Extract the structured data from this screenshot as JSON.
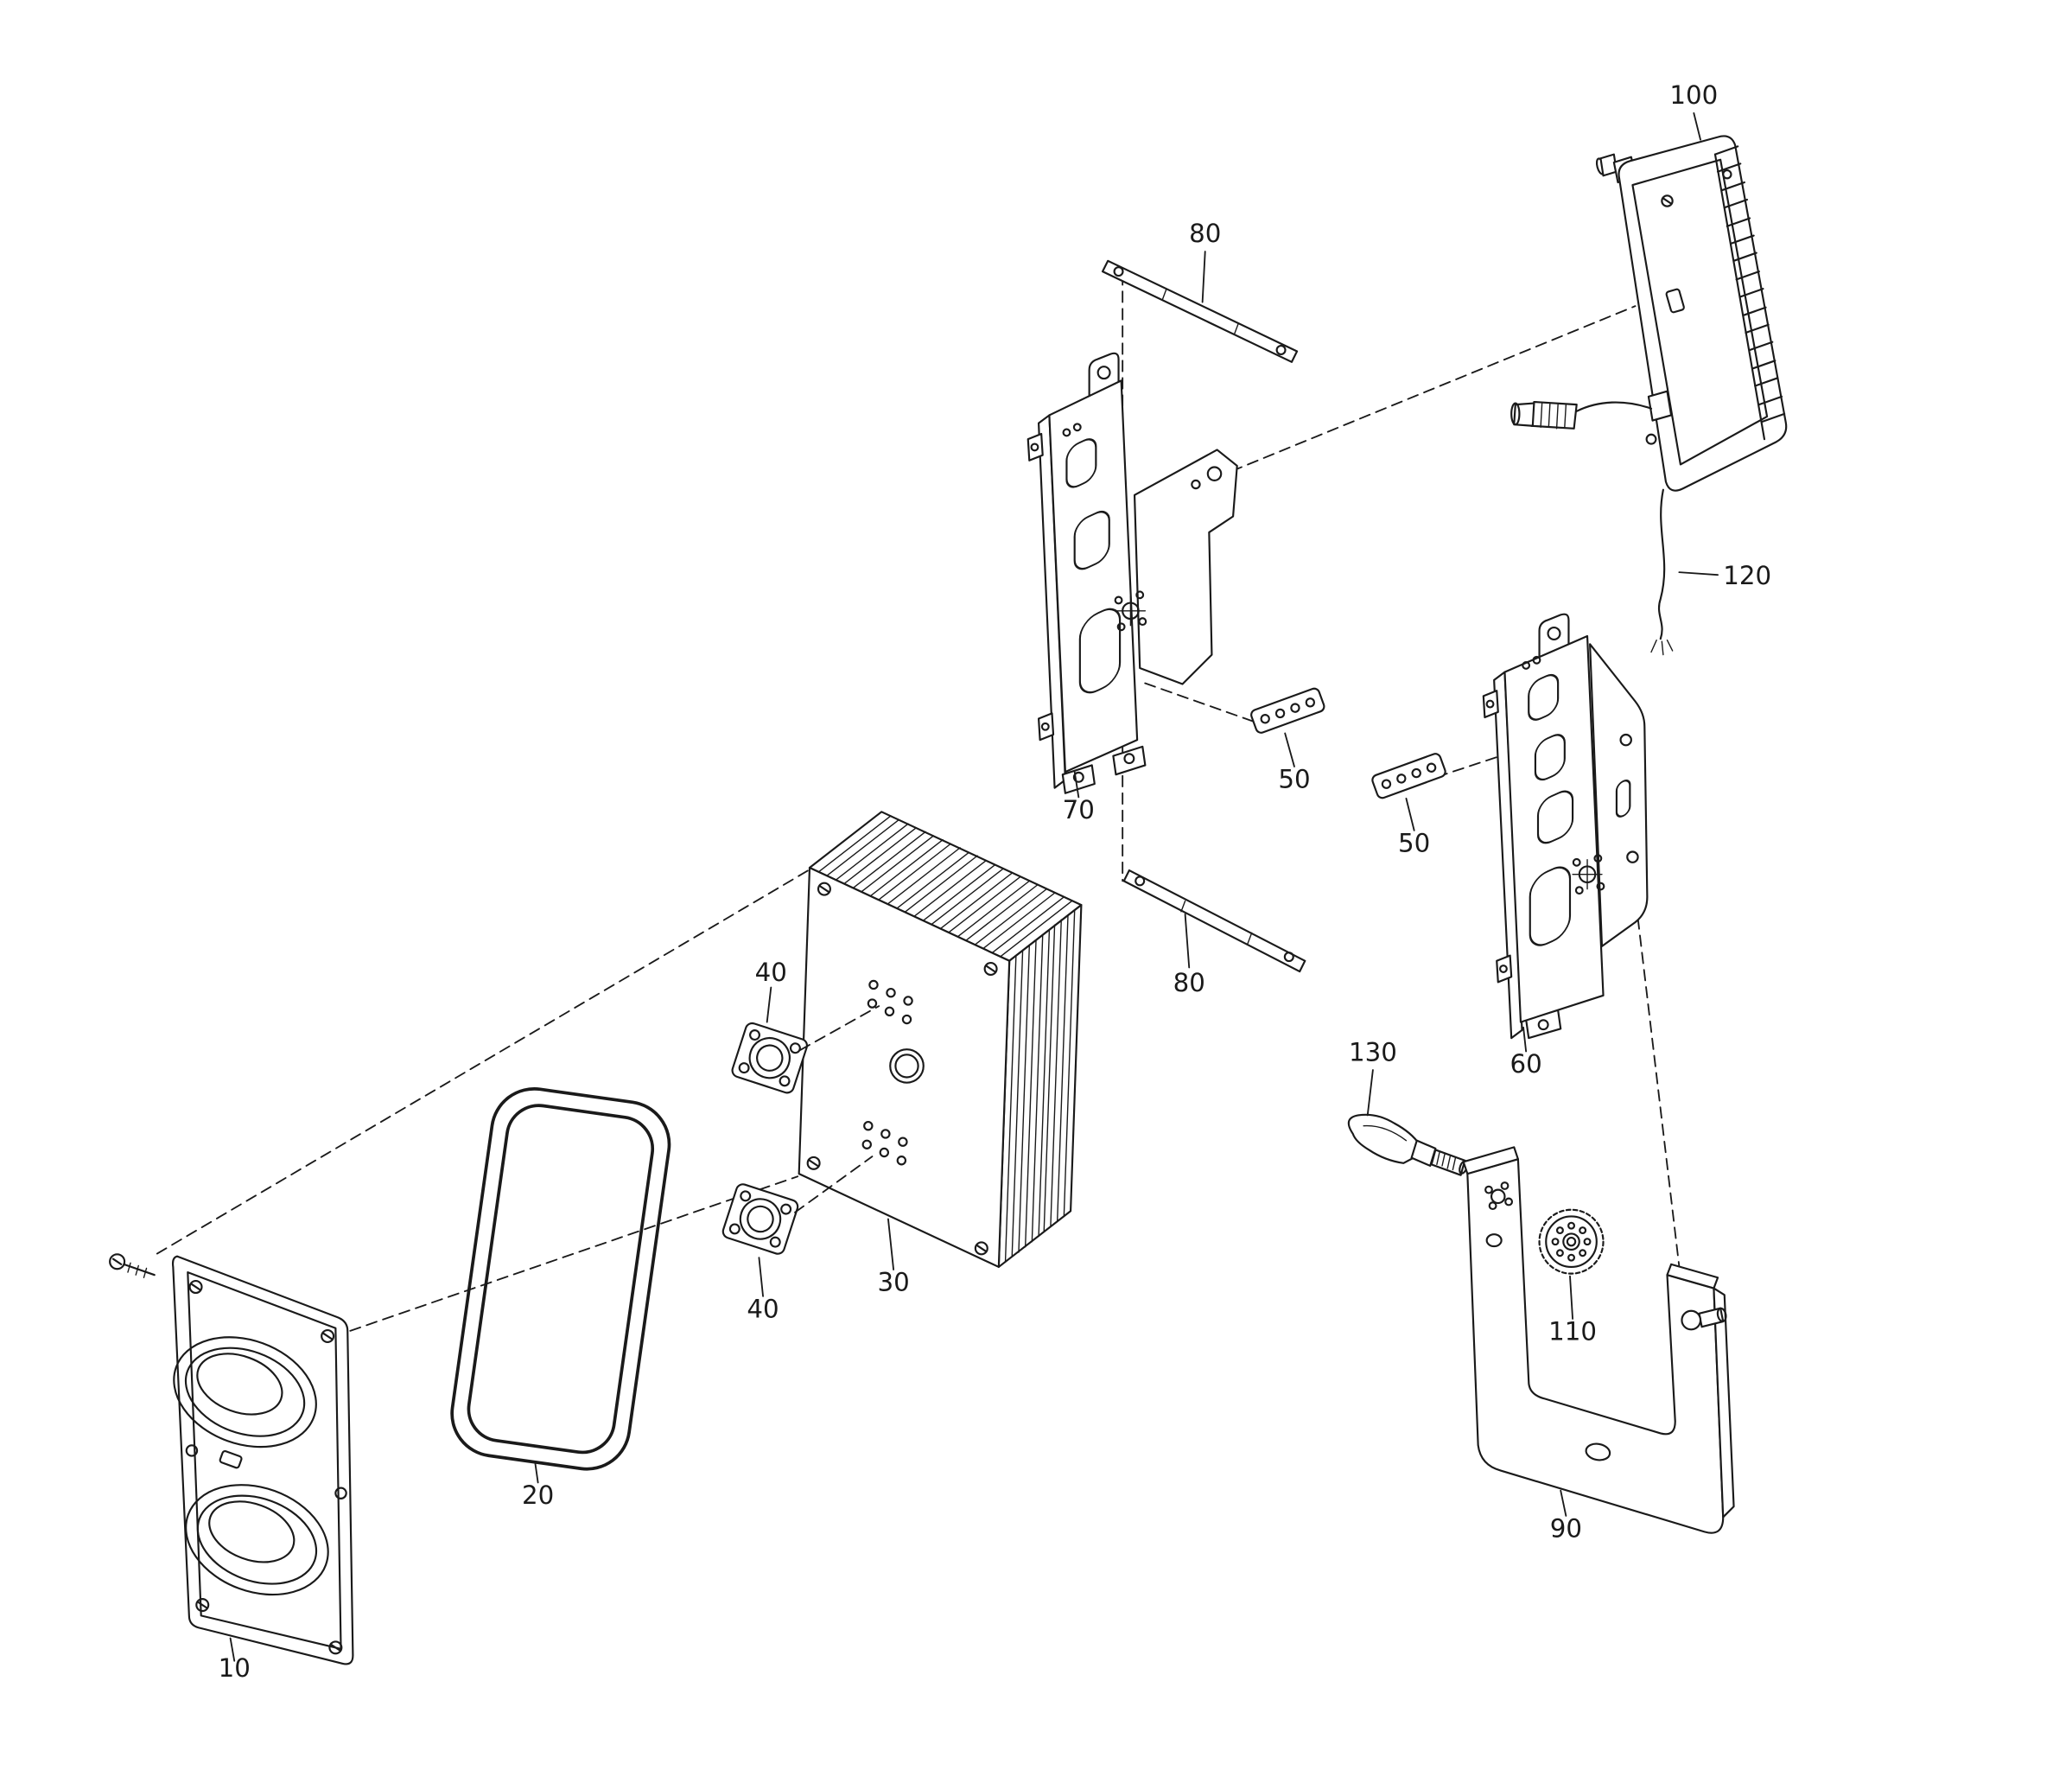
{
  "diagram": {
    "background_color": "#ffffff",
    "line_color": "#1a1a1a",
    "labels": [
      {
        "part": "front-cover",
        "text": "10"
      },
      {
        "part": "gasket",
        "text": "20"
      },
      {
        "part": "heatsink-housing",
        "text": "30"
      },
      {
        "part": "flange-upper",
        "text": "40"
      },
      {
        "part": "flange-lower",
        "text": "40"
      },
      {
        "part": "spacer-strip-left",
        "text": "50"
      },
      {
        "part": "spacer-strip-right",
        "text": "50"
      },
      {
        "part": "mounting-bracket-right",
        "text": "60"
      },
      {
        "part": "mounting-bracket-left",
        "text": "70"
      },
      {
        "part": "clamp-strip-top",
        "text": "80"
      },
      {
        "part": "clamp-strip-bottom",
        "text": "80"
      },
      {
        "part": "u-bracket",
        "text": "90"
      },
      {
        "part": "control-unit",
        "text": "100"
      },
      {
        "part": "gear-knob",
        "text": "110"
      },
      {
        "part": "cable",
        "text": "120"
      },
      {
        "part": "clamp-lever",
        "text": "130"
      }
    ]
  }
}
